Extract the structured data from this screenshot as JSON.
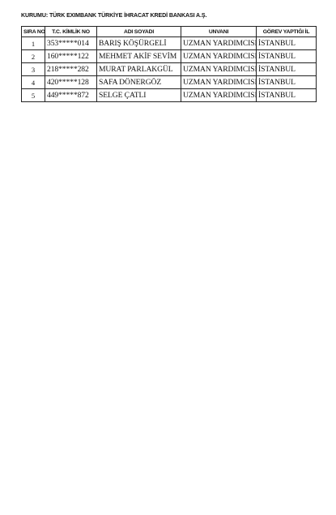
{
  "document": {
    "kurum_line": "KURUMU: TÜRK EXIMBANK TÜRKİYE İHRACAT KREDİ BANKASI A.Ş."
  },
  "table": {
    "headers": [
      "SIRA NO",
      "T.C. KİMLİK NO",
      "ADI SOYADI",
      "UNVANI",
      "GÖREV YAPTIĞI İL"
    ],
    "rows": [
      [
        "1",
        "353*****014",
        "BARIŞ KÖŞÜRGELİ",
        "UZMAN YARDIMCISI",
        "İSTANBUL"
      ],
      [
        "2",
        "160*****122",
        "MEHMET AKİF SEVİM",
        "UZMAN YARDIMCISI",
        "İSTANBUL"
      ],
      [
        "3",
        "218*****282",
        "MURAT PARLAKGÜL",
        "UZMAN YARDIMCISI",
        "İSTANBUL"
      ],
      [
        "4",
        "420*****128",
        "SAFA DÖNERGÖZ",
        "UZMAN YARDIMCISI",
        "İSTANBUL"
      ],
      [
        "5",
        "449*****872",
        "SELGE ÇATLI",
        "UZMAN YARDIMCISI",
        "İSTANBUL"
      ]
    ]
  }
}
